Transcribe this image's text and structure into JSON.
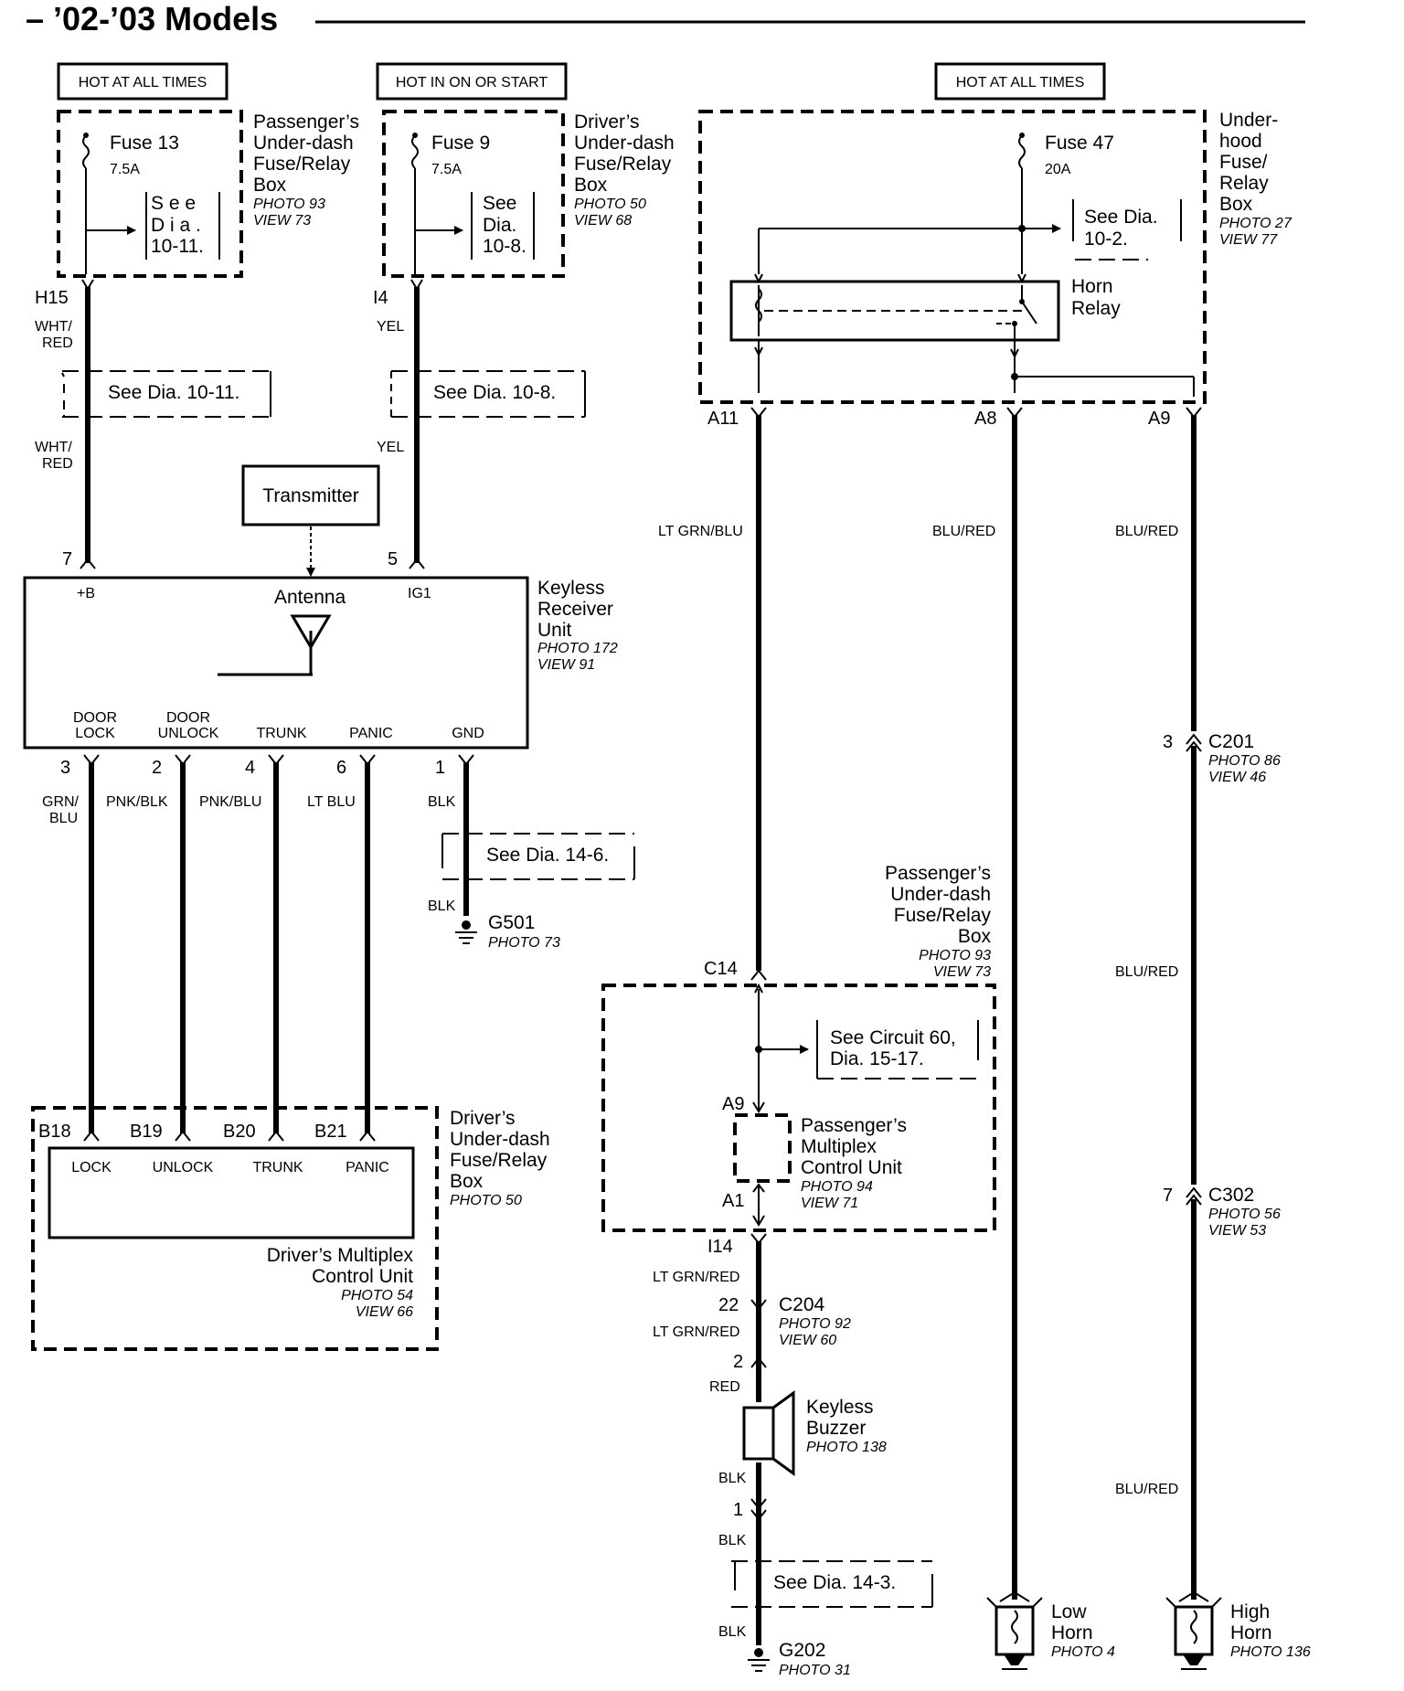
{
  "title": "– ’02-’03 Models",
  "power_sources": {
    "left": "HOT AT ALL TIMES",
    "center": "HOT IN ON OR START",
    "right": "HOT AT ALL TIMES"
  },
  "fuse_boxes": {
    "pass_underdash": {
      "name": [
        "Passenger’s",
        "Under-dash",
        "Fuse/Relay",
        "Box"
      ],
      "photo": "PHOTO 93",
      "view": "VIEW 73",
      "fuse": "Fuse 13",
      "rating": "7.5A",
      "see": [
        "S e e",
        "D i a .",
        "10-11."
      ]
    },
    "drv_underdash": {
      "name": [
        "Driver’s",
        "Under-dash",
        "Fuse/Relay",
        "Box"
      ],
      "photo": "PHOTO 50",
      "view": "VIEW 68",
      "fuse": "Fuse 9",
      "rating": "7.5A",
      "see": [
        "See",
        "Dia.",
        "10-8."
      ]
    },
    "underhood": {
      "name": [
        "Under-",
        "hood",
        "Fuse/",
        "Relay",
        "Box"
      ],
      "photo": "PHOTO 27",
      "view": "VIEW 77",
      "fuse": "Fuse 47",
      "rating": "20A",
      "see": [
        "See Dia.",
        "10-2."
      ],
      "relay": [
        "Horn",
        "Relay"
      ]
    }
  },
  "connectors": {
    "h15": "H15",
    "i4": "I4",
    "a11": "A11",
    "a8": "A8",
    "a9": "A9",
    "c14": "C14",
    "a9b": "A9",
    "a1": "A1",
    "i14": "I14",
    "b18": "B18",
    "b19": "B19",
    "b20": "B20",
    "b21": "B21"
  },
  "wires": {
    "wht_red_1": [
      "WHT/",
      "RED"
    ],
    "wht_red_2": [
      "WHT/",
      "RED"
    ],
    "yel_1": "YEL",
    "yel_2": "YEL",
    "grn_blu": [
      "GRN/",
      "BLU"
    ],
    "pnk_blk": "PNK/BLK",
    "pnk_blu": "PNK/BLU",
    "lt_blu": "LT BLU",
    "blk_1": "BLK",
    "blk_2": "BLK",
    "lt_grn_blu": "LT GRN/BLU",
    "blu_red_1": "BLU/RED",
    "blu_red_2": "BLU/RED",
    "blu_red_3": "BLU/RED",
    "blu_red_4": "BLU/RED",
    "lt_grn_red_1": "LT GRN/RED",
    "lt_grn_red_2": "LT GRN/RED",
    "red": "RED",
    "blk_3": "BLK",
    "blk_4": "BLK",
    "blk_5": "BLK"
  },
  "see_refs": {
    "dia_10_11": "See Dia. 10-11.",
    "dia_10_8": "See Dia. 10-8.",
    "dia_14_6": "See Dia. 14-6.",
    "circuit_60": [
      "See Circuit 60,",
      "Dia. 15-17."
    ],
    "dia_14_3": "See Dia. 14-3."
  },
  "transmitter": "Transmitter",
  "receiver": {
    "name": [
      "Keyless",
      "Receiver",
      "Unit"
    ],
    "photo": "PHOTO 172",
    "view": "VIEW 91",
    "antenna": "Antenna",
    "pin_b": "+B",
    "pin_ig": "IG1",
    "pin_b_num": "7",
    "pin_ig_num": "5",
    "outputs": [
      {
        "label": [
          "DOOR",
          "LOCK"
        ],
        "pin": "3"
      },
      {
        "label": [
          "DOOR",
          "UNLOCK"
        ],
        "pin": "2"
      },
      {
        "label": [
          "TRUNK"
        ],
        "pin": "4"
      },
      {
        "label": [
          "PANIC"
        ],
        "pin": "6"
      },
      {
        "label": [
          "GND"
        ],
        "pin": "1"
      }
    ]
  },
  "grounds": {
    "g501": {
      "name": "G501",
      "photo": "PHOTO 73"
    },
    "g202": {
      "name": "G202",
      "photo": "PHOTO 31"
    }
  },
  "driver_box": {
    "name": [
      "Driver’s",
      "Under-dash",
      "Fuse/Relay",
      "Box"
    ],
    "photo": "PHOTO 50",
    "unit": [
      "Driver’s Multiplex",
      "Control Unit"
    ],
    "unit_photo": "PHOTO 54",
    "unit_view": "VIEW 66",
    "inputs": [
      "LOCK",
      "UNLOCK",
      "TRUNK",
      "PANIC"
    ]
  },
  "pass_box": {
    "name": [
      "Passenger’s",
      "Under-dash",
      "Fuse/Relay",
      "Box"
    ],
    "photo": "PHOTO 93",
    "view": "VIEW 73",
    "unit": [
      "Passenger’s",
      "Multiplex",
      "Control Unit"
    ],
    "unit_photo": "PHOTO 94",
    "unit_view": "VIEW 71"
  },
  "inline_connectors": {
    "c201": {
      "pin": "3",
      "name": "C201",
      "photo": "PHOTO 86",
      "view": "VIEW 46"
    },
    "c302": {
      "pin": "7",
      "name": "C302",
      "photo": "PHOTO 56",
      "view": "VIEW 53"
    },
    "c204": {
      "pin_a": "22",
      "pin_b": "2",
      "name": "C204",
      "photo": "PHOTO 92",
      "view": "VIEW 60"
    },
    "buzzer_pin": "1"
  },
  "buzzer": {
    "name": [
      "Keyless",
      "Buzzer"
    ],
    "photo": "PHOTO 138"
  },
  "horns": {
    "low": {
      "name": [
        "Low",
        "Horn"
      ],
      "photo": "PHOTO 4"
    },
    "high": {
      "name": [
        "High",
        "Horn"
      ],
      "photo": "PHOTO 136"
    }
  }
}
